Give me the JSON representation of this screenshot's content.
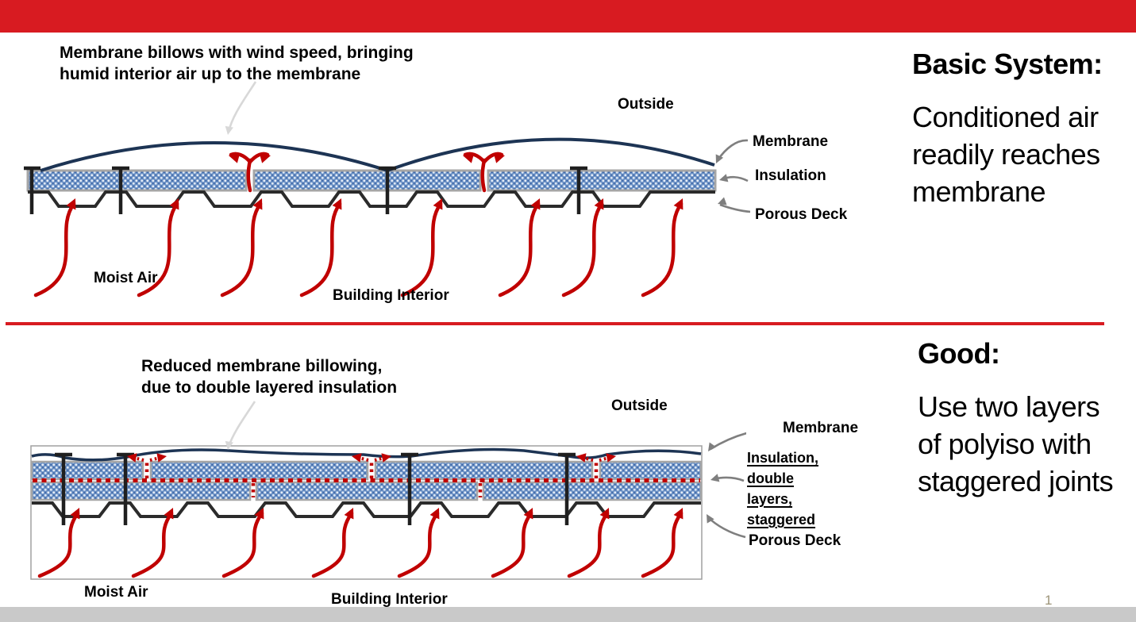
{
  "slide": {
    "page_number": "1",
    "colors": {
      "accent_red": "#D81B21",
      "arrow_red": "#C00000",
      "membrane_navy": "#1D3454",
      "deck_gray": "#2B2B2B",
      "footer_gray": "#C9C9C9",
      "callout_gray": "#7F7F7F"
    }
  },
  "basic_system": {
    "caption_lines": [
      "Membrane billows with wind speed, bringing",
      "humid interior air up to the membrane"
    ],
    "outside_label": "Outside",
    "membrane_label": "Membrane",
    "insulation_label": "Insulation",
    "deck_label": "Porous Deck",
    "moist_air_label": "Moist Air",
    "interior_label": "Building Interior",
    "heading": "Basic System:",
    "body_lines": [
      "Conditioned air",
      "readily reaches",
      "membrane"
    ]
  },
  "good_system": {
    "caption_lines": [
      "Reduced membrane billowing,",
      "due to double layered insulation"
    ],
    "outside_label": "Outside",
    "membrane_label": "Membrane",
    "insulation_label_lines": [
      "Insulation,",
      "double",
      "layers,",
      "staggered"
    ],
    "deck_label": "Porous Deck",
    "moist_air_label": "Moist Air",
    "interior_label": "Building Interior",
    "heading": "Good:",
    "body_lines": [
      "Use two layers",
      "of polyiso with",
      "staggered joints"
    ]
  }
}
